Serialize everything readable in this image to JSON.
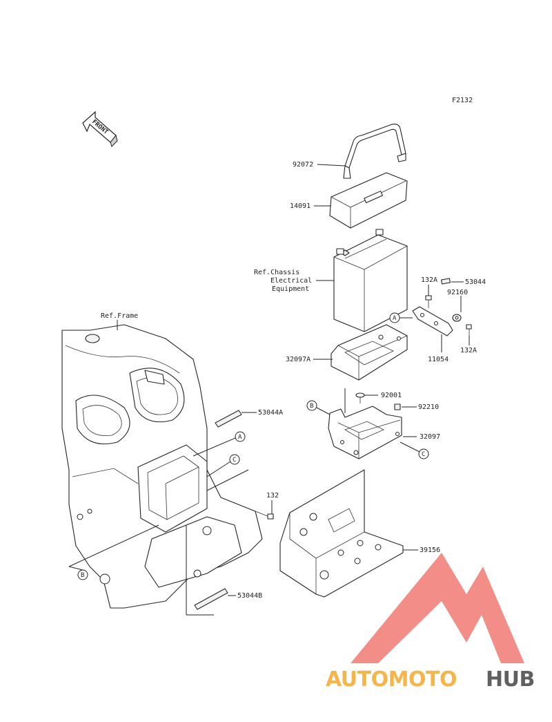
{
  "figure_code": "F2132",
  "front_label": "FRONT",
  "ref_frame": "Ref.Frame",
  "ref_chassis": [
    "Ref.Chassis",
    "Electrical",
    "Equipment"
  ],
  "callouts": {
    "A": "A",
    "B": "B",
    "C": "C"
  },
  "part_numbers": {
    "strap": "92072",
    "battery_cover": "14091",
    "bolt_top": "132A",
    "rubber_top": "53044",
    "nut": "92160",
    "bracket_small": "11054",
    "bolt_right": "132A",
    "battery_case": "32097A",
    "screw": "92001",
    "clip": "92210",
    "case_bracket": "32097",
    "rubber_a": "53044A",
    "bolt_frame": "132",
    "cover_lower": "39156",
    "rubber_b": "53044B"
  },
  "watermark": {
    "part1": "AUTOMOTO",
    "part2": "HUB",
    "color_main": "#f5b54a",
    "color_hub": "#606060",
    "triangle_color": "#f07a74"
  }
}
